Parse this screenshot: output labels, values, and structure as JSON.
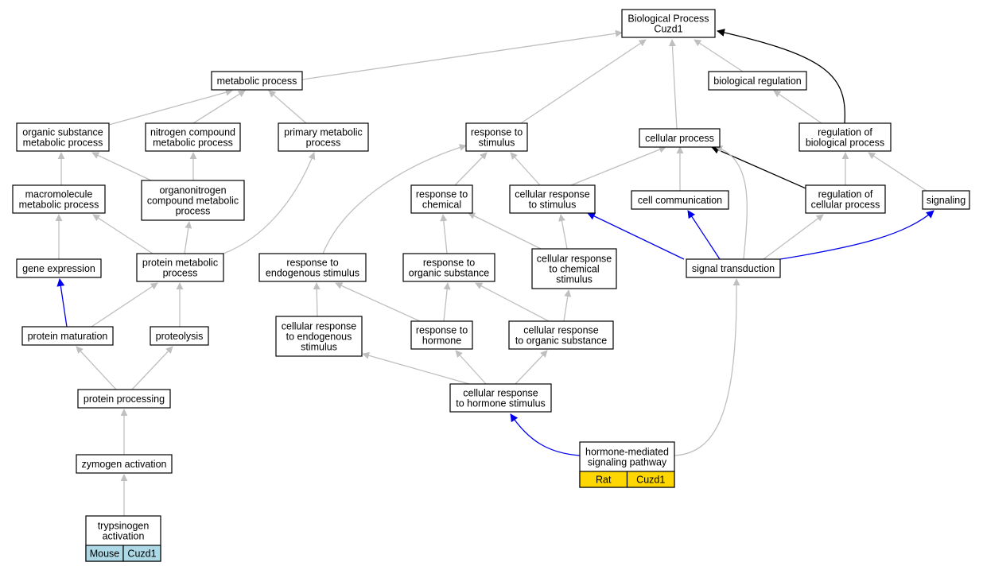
{
  "colors": {
    "edge_gray": "#bfbfbf",
    "edge_black": "#000000",
    "edge_blue": "#0000ee",
    "mouse_tag": "#add8e6",
    "rat_tag": "#ffd700"
  },
  "nodes": {
    "bp_root": {
      "lines": [
        "Biological Process",
        "Cuzd1"
      ]
    },
    "metabolic_process": {
      "lines": [
        "metabolic process"
      ]
    },
    "biological_regulation": {
      "lines": [
        "biological regulation"
      ]
    },
    "organic_substance_metabolic_process": {
      "lines": [
        "organic substance",
        "metabolic process"
      ]
    },
    "nitrogen_compound_metabolic_process": {
      "lines": [
        "nitrogen compound",
        "metabolic process"
      ]
    },
    "primary_metabolic_process": {
      "lines": [
        "primary metabolic",
        "process"
      ]
    },
    "response_to_stimulus": {
      "lines": [
        "response to",
        "stimulus"
      ]
    },
    "cellular_process": {
      "lines": [
        "cellular process"
      ]
    },
    "regulation_of_biological_process": {
      "lines": [
        "regulation of",
        "biological process"
      ]
    },
    "macromolecule_metabolic_process": {
      "lines": [
        "macromolecule",
        "metabolic process"
      ]
    },
    "organonitrogen_compound_metabolic_process": {
      "lines": [
        "organonitrogen",
        "compound metabolic",
        "process"
      ]
    },
    "response_to_chemical": {
      "lines": [
        "response to",
        "chemical"
      ]
    },
    "cellular_response_to_stimulus": {
      "lines": [
        "cellular response",
        "to stimulus"
      ]
    },
    "cell_communication": {
      "lines": [
        "cell communication"
      ]
    },
    "regulation_of_cellular_process": {
      "lines": [
        "regulation of",
        "cellular process"
      ]
    },
    "signaling": {
      "lines": [
        "signaling"
      ]
    },
    "gene_expression": {
      "lines": [
        "gene expression"
      ]
    },
    "protein_metabolic_process": {
      "lines": [
        "protein metabolic",
        "process"
      ]
    },
    "response_to_endogenous_stimulus": {
      "lines": [
        "response to",
        "endogenous stimulus"
      ]
    },
    "response_to_organic_substance": {
      "lines": [
        "response to",
        "organic substance"
      ]
    },
    "cellular_response_to_chemical_stimulus": {
      "lines": [
        "cellular response",
        "to chemical",
        "stimulus"
      ]
    },
    "signal_transduction": {
      "lines": [
        "signal transduction"
      ]
    },
    "protein_maturation": {
      "lines": [
        "protein maturation"
      ]
    },
    "proteolysis": {
      "lines": [
        "proteolysis"
      ]
    },
    "cellular_response_to_endogenous_stimulus": {
      "lines": [
        "cellular response",
        "to endogenous",
        "stimulus"
      ]
    },
    "response_to_hormone": {
      "lines": [
        "response to",
        "hormone"
      ]
    },
    "cellular_response_to_organic_substance": {
      "lines": [
        "cellular response",
        "to organic substance"
      ]
    },
    "protein_processing": {
      "lines": [
        "protein processing"
      ]
    },
    "cellular_response_to_hormone_stimulus": {
      "lines": [
        "cellular response",
        "to hormone stimulus"
      ]
    },
    "zymogen_activation": {
      "lines": [
        "zymogen activation"
      ]
    },
    "hormone_mediated_signaling_pathway": {
      "lines": [
        "hormone-mediated",
        "signaling pathway"
      ],
      "tags": [
        "Rat",
        "Cuzd1"
      ]
    },
    "trypsinogen_activation": {
      "lines": [
        "trypsinogen",
        "activation"
      ],
      "tags": [
        "Mouse",
        "Cuzd1"
      ]
    }
  }
}
